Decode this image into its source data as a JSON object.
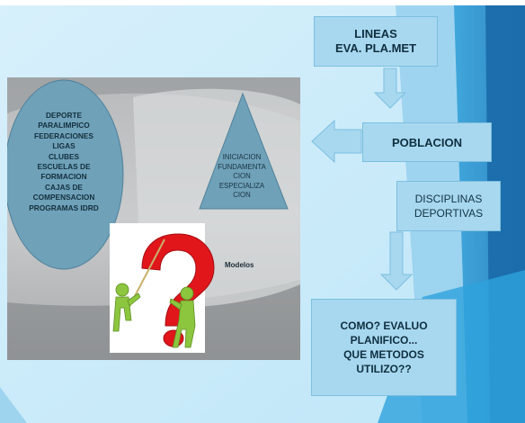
{
  "top_box": {
    "lines": "LINEAS\nEVA. PLA.MET"
  },
  "oval": {
    "lines": "DEPORTE\nPARALIMPICO\nFEDERACIONES\nLIGAS\nCLUBES\nESCUELAS DE\nFORMACION\nCAJAS DE\nCOMPENSACION\nPROGRAMAS IDRD"
  },
  "triangle": {
    "lines": "INICIACION\nFUNDAMENTA\nCION\nESPECIALIZA\nCION"
  },
  "poblacion_box": {
    "label": "POBLACION"
  },
  "disciplinas_box": {
    "lines": "DISCIPLINAS\nDEPORTIVAS"
  },
  "modelos_label": "Modelos",
  "question_box": {
    "lines": "COMO? EVALUO\nPLANIFICO...\nQUE METODOS\nUTILIZO??"
  },
  "colors": {
    "box_fill": "#a8d8ef",
    "arrow_fill": "#a8d8ef",
    "accent_blue": "#2c9ed6",
    "question_red": "#e0161b",
    "figure_green": "#8cc63f"
  }
}
